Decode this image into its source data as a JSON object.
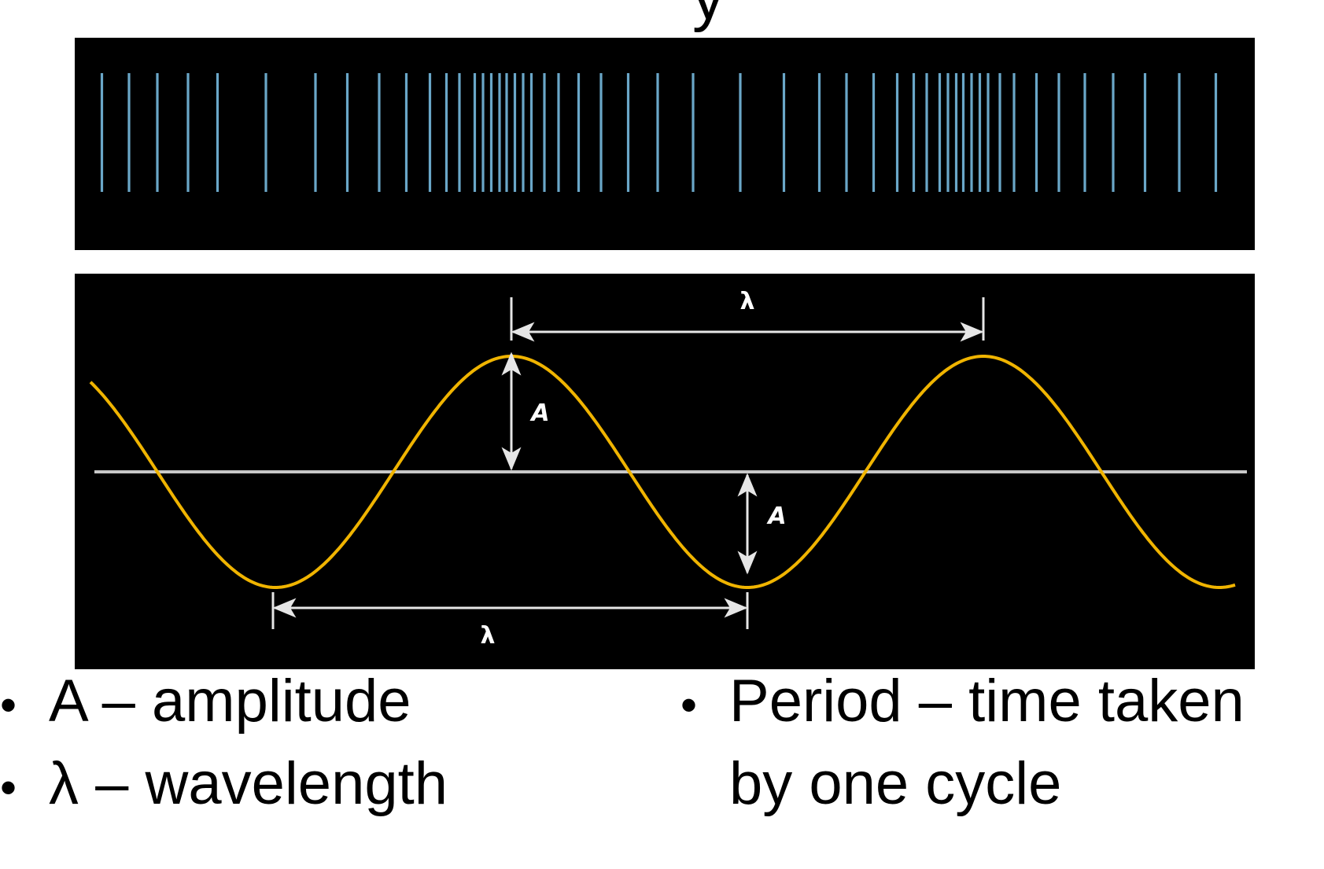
{
  "header": {
    "title_fragment": "y"
  },
  "colors": {
    "background": "#ffffff",
    "panel": "#000000",
    "wavefront_line": "#6aa7c8",
    "wave": "#f0b400",
    "axis": "#c8c8c8",
    "annotation": "#e6e6e6"
  },
  "wavefront_panel": {
    "line_positions_rel": [
      0.023,
      0.046,
      0.07,
      0.096,
      0.121,
      0.162,
      0.204,
      0.231,
      0.258,
      0.281,
      0.301,
      0.315,
      0.326,
      0.339,
      0.346,
      0.353,
      0.36,
      0.366,
      0.373,
      0.38,
      0.387,
      0.398,
      0.41,
      0.427,
      0.446,
      0.469,
      0.494,
      0.524,
      0.564,
      0.601,
      0.631,
      0.654,
      0.677,
      0.697,
      0.711,
      0.722,
      0.733,
      0.74,
      0.747,
      0.753,
      0.76,
      0.767,
      0.774,
      0.784,
      0.796,
      0.815,
      0.834,
      0.856,
      0.88,
      0.907,
      0.936,
      0.967
    ]
  },
  "wave_panel": {
    "lambda_top": "λ",
    "lambda_bottom": "λ",
    "amplitude_top": "A",
    "amplitude_bottom": "A"
  },
  "bullets_left": [
    "A – amplitude",
    "λ – wavelength"
  ],
  "bullets_right": {
    "line1": "Period – time taken",
    "line2": "by one cycle"
  },
  "bullet_char": "•"
}
